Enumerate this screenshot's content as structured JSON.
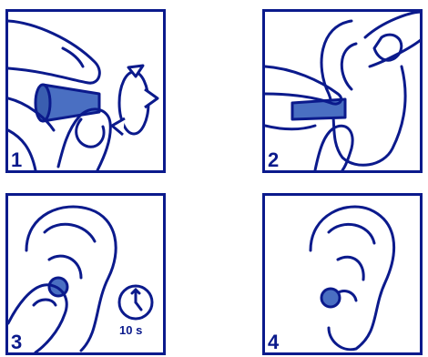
{
  "steps": [
    {
      "number": "1"
    },
    {
      "number": "2"
    },
    {
      "number": "3"
    },
    {
      "number": "4"
    }
  ],
  "timer_label": "10 s",
  "colors": {
    "line": "#0b1a8c",
    "earplug": "#4a6fc2",
    "background": "#ffffff"
  },
  "icons": [
    "rotate-arrows-icon",
    "stopwatch-icon"
  ]
}
